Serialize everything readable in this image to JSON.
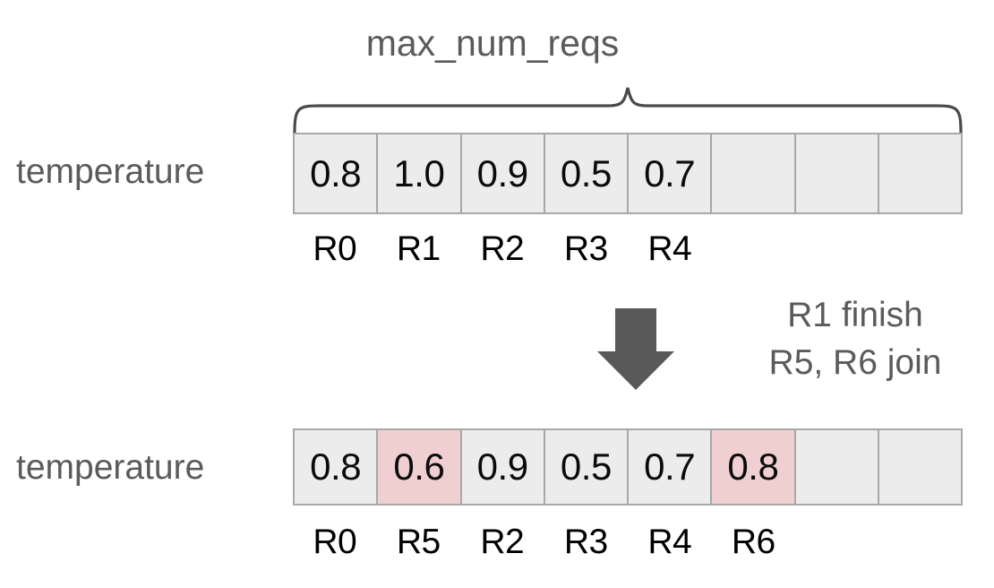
{
  "diagram": {
    "title": "max_num_reqs",
    "arrow_icon": "down-arrow-icon",
    "brace_icon": "curly-brace-icon",
    "colors": {
      "cell_fill": "#ECECEC",
      "cell_border": "#A8A8A8",
      "highlight_fill": "#EFCFCF",
      "label_text": "#5B5B5B",
      "value_text": "#0B0B0B",
      "arrow_fill": "#595959"
    },
    "transition_note": {
      "line1": "R1 finish",
      "line2": "R5, R6 join"
    },
    "before": {
      "row_label": "temperature",
      "slot_count": 8,
      "cells": [
        {
          "value": "0.8",
          "req": "R0",
          "highlight": false
        },
        {
          "value": "1.0",
          "req": "R1",
          "highlight": false
        },
        {
          "value": "0.9",
          "req": "R2",
          "highlight": false
        },
        {
          "value": "0.5",
          "req": "R3",
          "highlight": false
        },
        {
          "value": "0.7",
          "req": "R4",
          "highlight": false
        },
        {
          "value": "",
          "req": "",
          "highlight": false
        },
        {
          "value": "",
          "req": "",
          "highlight": false
        },
        {
          "value": "",
          "req": "",
          "highlight": false
        }
      ]
    },
    "after": {
      "row_label": "temperature",
      "slot_count": 8,
      "cells": [
        {
          "value": "0.8",
          "req": "R0",
          "highlight": false
        },
        {
          "value": "0.6",
          "req": "R5",
          "highlight": true
        },
        {
          "value": "0.9",
          "req": "R2",
          "highlight": false
        },
        {
          "value": "0.5",
          "req": "R3",
          "highlight": false
        },
        {
          "value": "0.7",
          "req": "R4",
          "highlight": false
        },
        {
          "value": "0.8",
          "req": "R6",
          "highlight": true
        },
        {
          "value": "",
          "req": "",
          "highlight": false
        },
        {
          "value": "",
          "req": "",
          "highlight": false
        }
      ]
    }
  }
}
